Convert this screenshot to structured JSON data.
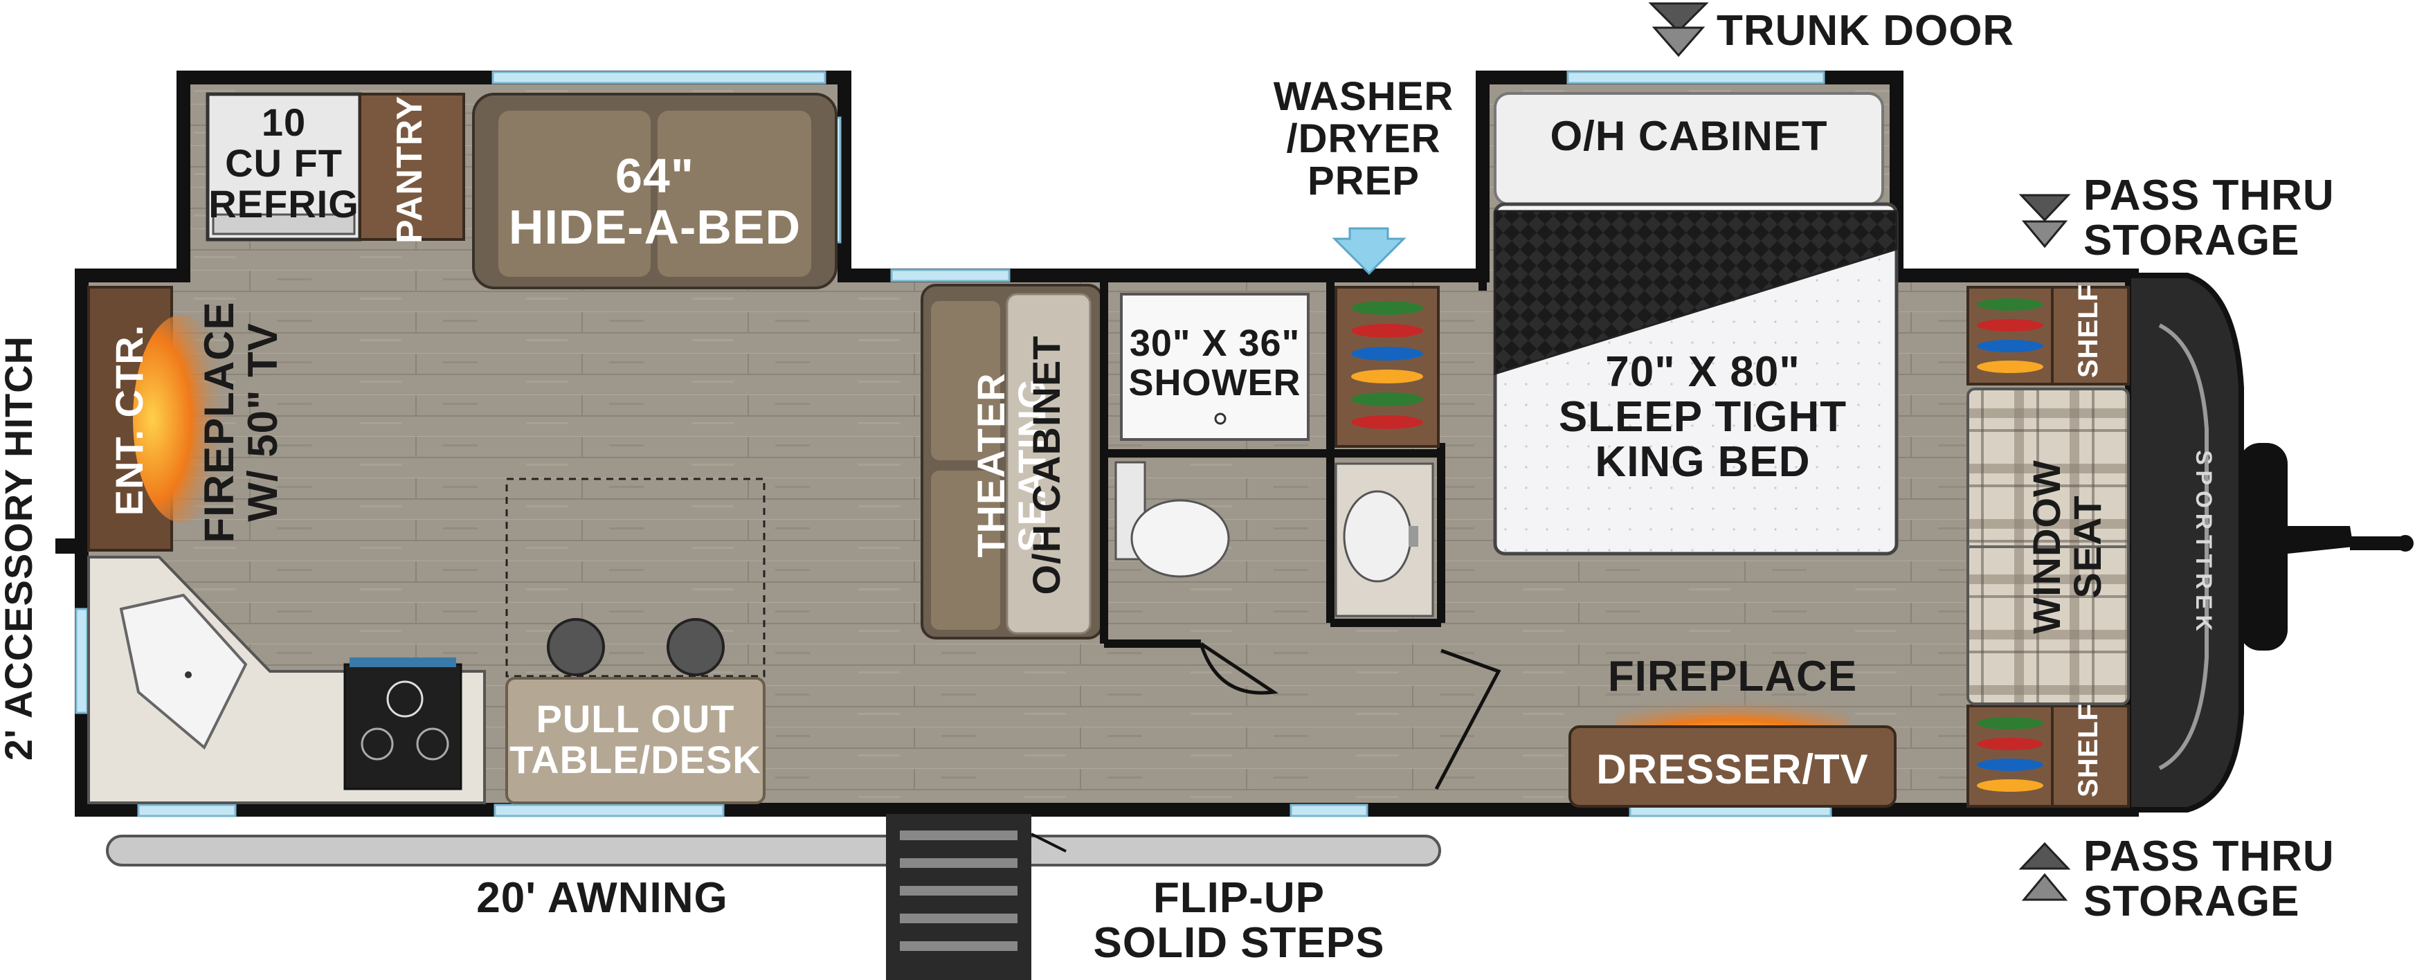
{
  "labels": {
    "refrig": "10\nCU FT\nREFRIG",
    "pantry": "PANTRY",
    "hide_a_bed": "64\"\nHIDE-A-BED",
    "ent_ctr": "ENT. CTR.",
    "fireplace_tv": "FIREPLACE\nW/ 50\" TV",
    "theater_seating": "THEATER SEATING",
    "oh_cabinet_vertical": "O/H CABINET",
    "shower": "30\" X 36\"\nSHOWER",
    "washer_dryer": "WASHER\n/DRYER\nPREP",
    "trunk_door": "TRUNK DOOR",
    "oh_cabinet_top": "O/H CABINET",
    "king_bed": "70\" X 80\"\nSLEEP TIGHT\nKING BED",
    "pass_thru_top": "PASS THRU\nSTORAGE",
    "pass_thru_bottom": "PASS THRU\nSTORAGE",
    "shelf_top": "SHELF",
    "shelf_bottom": "SHELF",
    "window_seat": "WINDOW SEAT",
    "fireplace_bedroom": "FIREPLACE",
    "dresser_tv": "DRESSER/TV",
    "pull_out_table": "PULL OUT\nTABLE/DESK",
    "awning": "20' AWNING",
    "steps": "FLIP-UP\nSOLID STEPS",
    "accessory_hitch": "2' ACCESSORY HITCH",
    "brand_logo": "SPORTTREK"
  },
  "colors": {
    "wall": "#111111",
    "floor": "#9c9487",
    "wood": "#6b4a34",
    "cushion": "#8a7a64",
    "window": "#bfe3f3",
    "counter": "#e6e2da",
    "flame": "#e8641b"
  }
}
